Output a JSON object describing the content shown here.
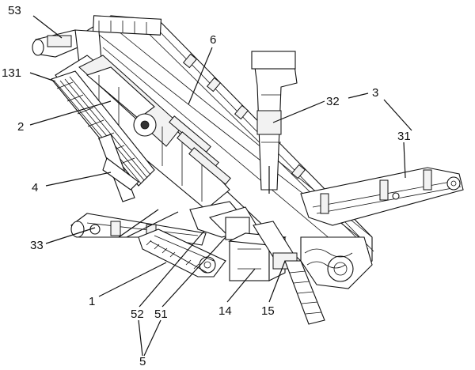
{
  "figure": {
    "type": "patent-line-drawing",
    "subject": "tracked mobile screening machine",
    "labels": [
      {
        "id": "l53",
        "text": "53"
      },
      {
        "id": "l131",
        "text": "131"
      },
      {
        "id": "l2",
        "text": "2"
      },
      {
        "id": "l4",
        "text": "4"
      },
      {
        "id": "l33",
        "text": "33"
      },
      {
        "id": "l6",
        "text": "6"
      },
      {
        "id": "l32",
        "text": "32"
      },
      {
        "id": "l3",
        "text": "3"
      },
      {
        "id": "l31",
        "text": "31"
      },
      {
        "id": "l1",
        "text": "1"
      },
      {
        "id": "l52",
        "text": "52"
      },
      {
        "id": "l51",
        "text": "51"
      },
      {
        "id": "l14",
        "text": "14"
      },
      {
        "id": "l15",
        "text": "15"
      },
      {
        "id": "l5",
        "text": "5"
      }
    ]
  }
}
